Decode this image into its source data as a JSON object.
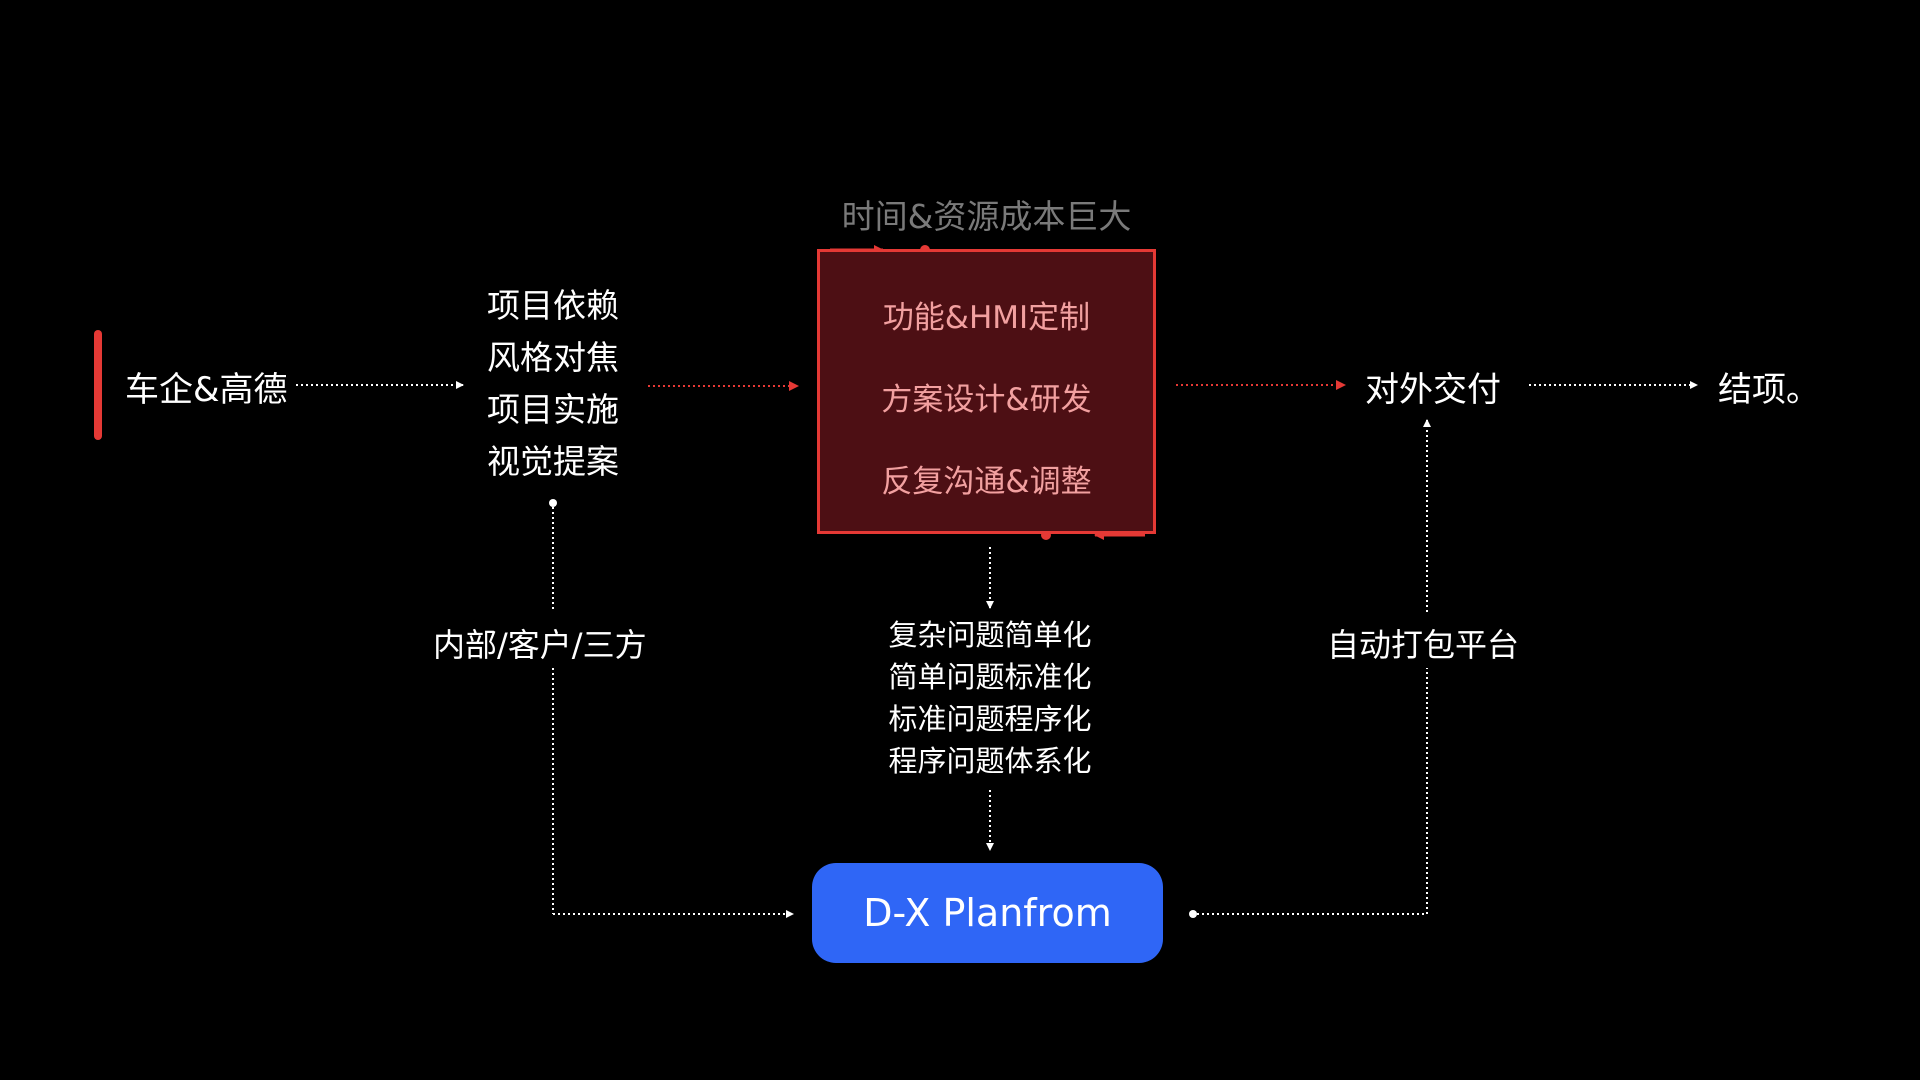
{
  "diagram": {
    "source": "车企&高德",
    "inputs": [
      "项目依赖",
      "风格对焦",
      "项目实施",
      "视觉提案"
    ],
    "top_note": "时间&资源成本巨大",
    "process_box": [
      "功能&HMI定制",
      "方案设计&研发",
      "反复沟通&调整"
    ],
    "output": "对外交付",
    "final": "结项。",
    "left_branch": "内部/客户/三方",
    "right_branch": "自动打包平台",
    "simplify_steps": [
      "复杂问题简单化",
      "简单问题标准化",
      "标准问题程序化",
      "程序问题体系化"
    ],
    "platform": "D-X Planfrom"
  },
  "colors": {
    "background": "#000000",
    "accent_red": "#e53935",
    "box_fill": "#4d0f14",
    "box_text": "#f2a0a0",
    "platform_blue": "#2f66f6",
    "muted_text": "#7a7a7a"
  }
}
